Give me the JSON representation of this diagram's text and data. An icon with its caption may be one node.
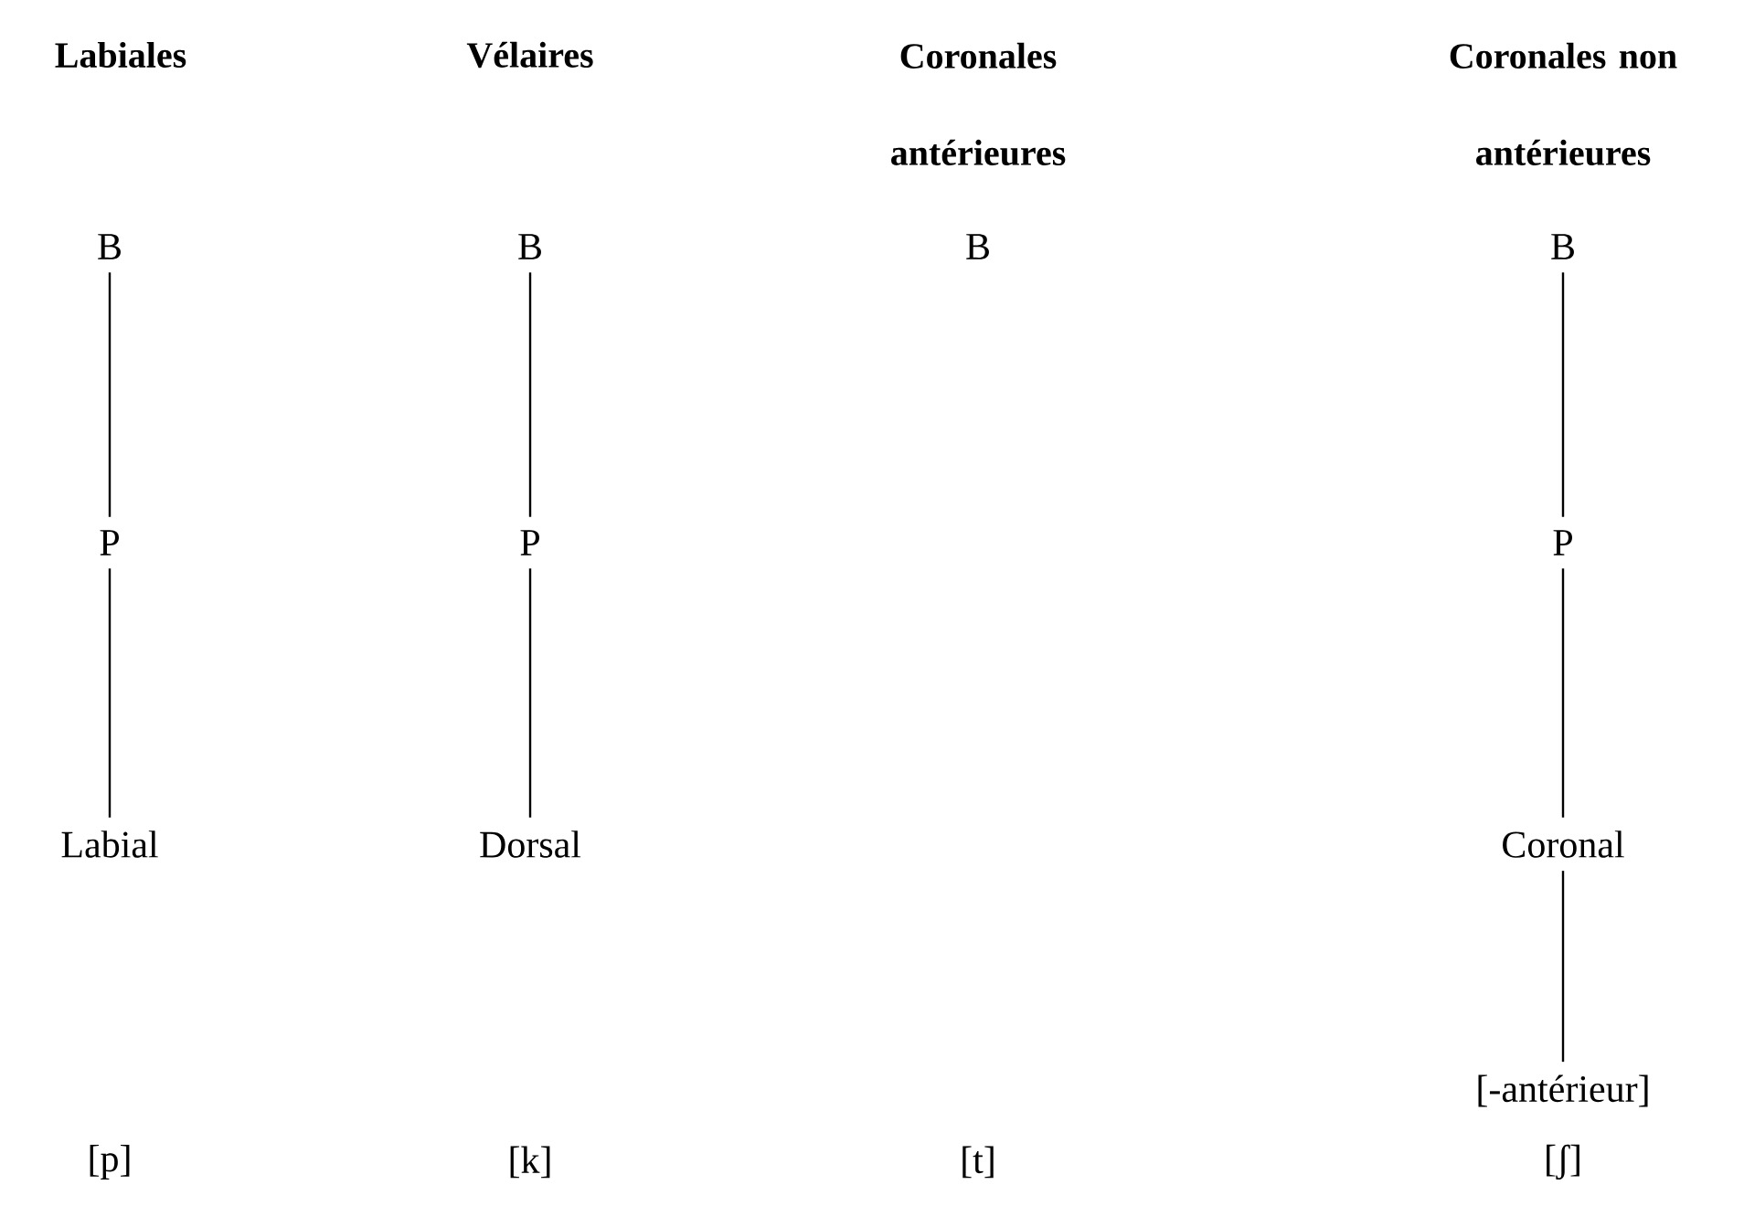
{
  "diagram": {
    "nodes": [
      {
        "text": [
          "B"
        ]
      },
      {
        "text": [
          "P"
        ]
      },
      {
        "text": [
          "Labial"
        ]
      },
      {
        "text": [
          "B"
        ]
      },
      {
        "text": [
          "P"
        ]
      },
      {
        "text": [
          "Dorsal"
        ]
      },
      {
        "text": [
          "B"
        ]
      },
      {
        "text": [
          "B"
        ]
      },
      {
        "text": [
          "P"
        ]
      },
      {
        "text": [
          "Coronal"
        ]
      },
      {
        "text": [
          "[-antérieur]"
        ]
      }
    ],
    "edges": [
      {
        "from": 0,
        "to": 1,
        "arrow": "none"
      },
      {
        "from": 1,
        "to": 2,
        "arrow": "none"
      },
      {
        "from": 3,
        "to": 4,
        "arrow": "none"
      },
      {
        "from": 4,
        "to": 5,
        "arrow": "none"
      },
      {
        "from": 7,
        "to": 8,
        "arrow": "none"
      },
      {
        "from": 8,
        "to": 9,
        "arrow": "none"
      },
      {
        "from": 9,
        "to": 10,
        "arrow": "none"
      }
    ],
    "labels": [
      "Labiales",
      "Vélaires",
      "Coronales antérieures",
      "Coronales non antérieures",
      "[p]",
      "[k]",
      "[t]",
      "[ʃ]"
    ]
  }
}
